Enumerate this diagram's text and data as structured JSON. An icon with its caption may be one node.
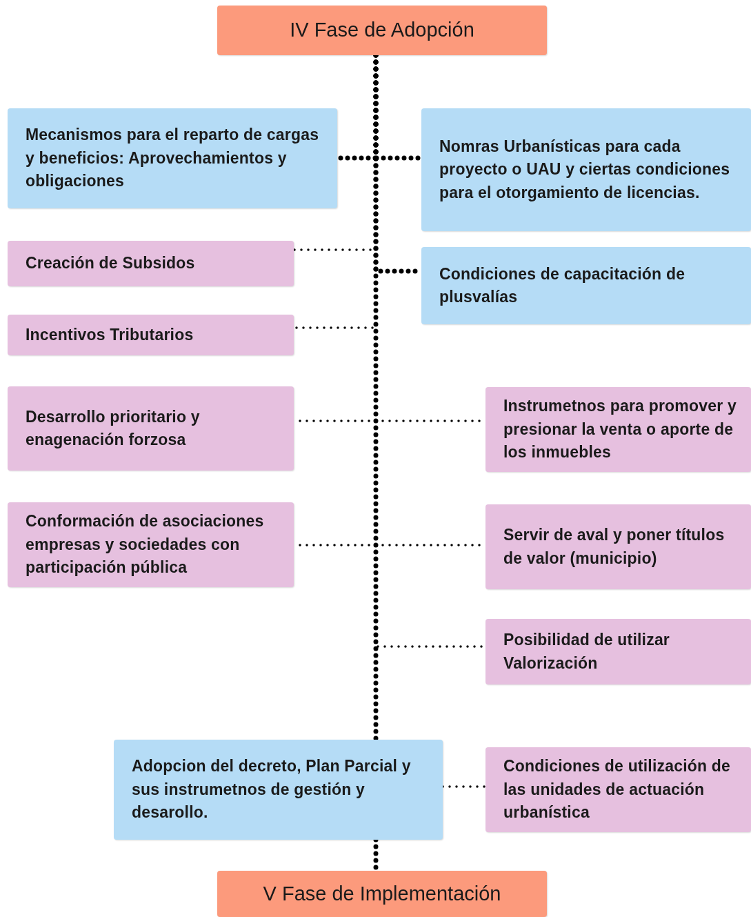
{
  "diagram": {
    "nodes": [
      {
        "text": [
          "IV Fase de Adopción"
        ]
      },
      {
        "text": [
          "Mecanismos para el reparto de cargas y beneficios: Aprovechamientos y obligaciones"
        ]
      },
      {
        "text": [
          "Nomras Urbanísticas para cada proyecto o UAU y ciertas condiciones para el otorgamiento de licencias."
        ]
      },
      {
        "text": [
          "Creación de Subsidos"
        ]
      },
      {
        "text": [
          "Condiciones de capacitación de plusvalías"
        ]
      },
      {
        "text": [
          "Incentivos Tributarios"
        ]
      },
      {
        "text": [
          "Desarrollo prioritario y enagenación forzosa"
        ]
      },
      {
        "text": [
          "Instrumetnos para promover y presionar la venta o aporte de los inmuebles"
        ]
      },
      {
        "text": [
          "Conformación de asociaciones empresas y sociedades con participación pública"
        ]
      },
      {
        "text": [
          "Servir de aval y poner títulos de valor (municipio)"
        ]
      },
      {
        "text": [
          "Posibilidad de utilizar Valorización"
        ]
      },
      {
        "text": [
          "Adopcion del decreto, Plan Parcial y sus instrumetnos de gestión y desarollo."
        ]
      },
      {
        "text": [
          "Condiciones de utilización de las unidades de actuación urbanística"
        ]
      },
      {
        "text": [
          "V Fase de Implementación"
        ]
      }
    ],
    "edges": [
      {
        "from": 0,
        "to": 1,
        "arrow": "none",
        "style": "dashed"
      },
      {
        "from": 0,
        "to": 2,
        "arrow": "none",
        "style": "dashed"
      },
      {
        "from": 0,
        "to": 3,
        "arrow": "none"
      },
      {
        "from": 0,
        "to": 4,
        "arrow": "none",
        "style": "dashed"
      },
      {
        "from": 0,
        "to": 5,
        "arrow": "none"
      },
      {
        "from": 0,
        "to": 6,
        "arrow": "none"
      },
      {
        "from": 0,
        "to": 7,
        "arrow": "none"
      },
      {
        "from": 0,
        "to": 8,
        "arrow": "none"
      },
      {
        "from": 0,
        "to": 9,
        "arrow": "none"
      },
      {
        "from": 0,
        "to": 10,
        "arrow": "none"
      },
      {
        "from": 0,
        "to": 11,
        "arrow": "none",
        "style": "dashed"
      },
      {
        "from": 11,
        "to": 12,
        "arrow": "none"
      },
      {
        "from": 11,
        "to": 13,
        "arrow": "none",
        "style": "dashed"
      }
    ]
  }
}
